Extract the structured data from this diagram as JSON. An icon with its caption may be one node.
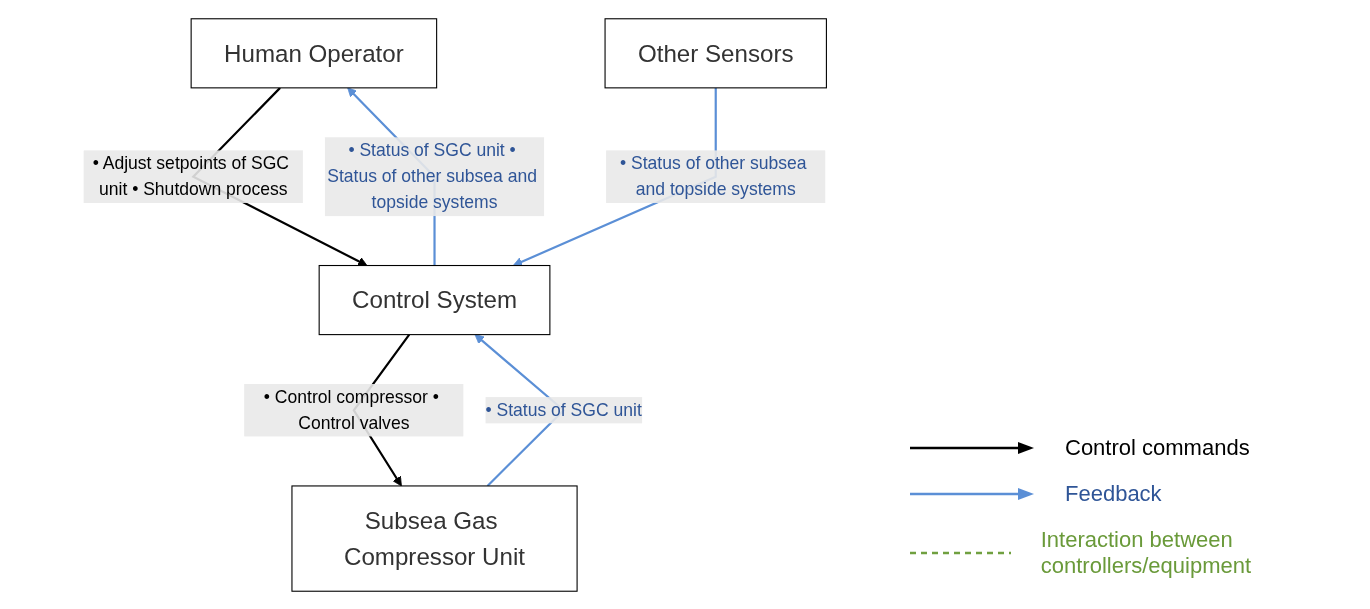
{
  "diagram": {
    "nodes": [
      {
        "text": [
          "Human Operator"
        ]
      },
      {
        "text": [
          "Control System"
        ]
      },
      {
        "text": [
          "Other Sensors"
        ]
      },
      {
        "text": [
          "Subsea Gas Compressor Unit"
        ]
      }
    ],
    "edges": [
      {
        "from": 0,
        "to": 1,
        "arrow": "to",
        "label": "• Adjust setpoints of SGC unit • Shutdown process",
        "color": "#000000"
      },
      {
        "from": 1,
        "to": 0,
        "arrow": "to",
        "label": "• Status of SGC unit • Status of other subsea and topside systems"
      },
      {
        "from": 2,
        "to": 1,
        "arrow": "to",
        "label": "• Status of other subsea and topside systems"
      },
      {
        "from": 1,
        "to": 3,
        "arrow": "to",
        "label": "• Control compressor • Control valves",
        "color": "#000000"
      },
      {
        "from": 3,
        "to": 1,
        "arrow": "to",
        "label": "• Status of SGC unit"
      }
    ],
    "legend": [
      {
        "text": "Control commands"
      },
      {
        "text": "Feedback"
      },
      {
        "text": "Interaction between controllers/equipment"
      }
    ]
  }
}
